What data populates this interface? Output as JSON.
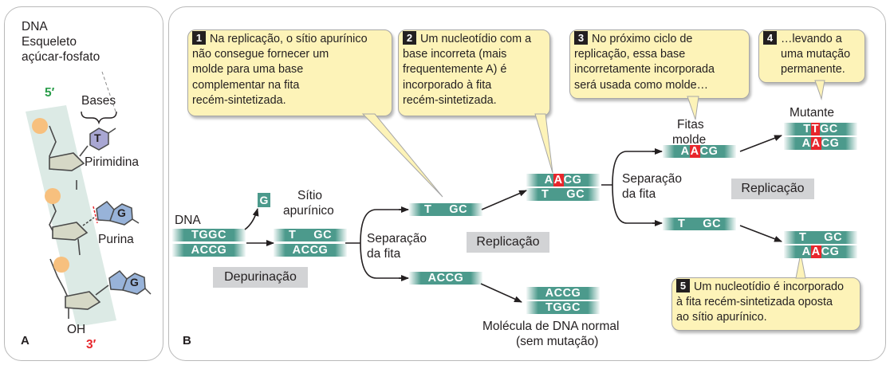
{
  "panel_a": {
    "letter": "A",
    "title_line1": "DNA",
    "title_line2": "Esqueleto",
    "title_line3": "açúcar-fosfato",
    "five_prime": "5′",
    "three_prime": "3′",
    "bases_label": "Bases",
    "base_t": "T",
    "base_g1": "G",
    "base_g2": "G",
    "pyrimidine": "Pirimidina",
    "purine": "Purina",
    "oh": "OH"
  },
  "panel_b": {
    "letter": "B",
    "callouts": [
      {
        "number": "1",
        "lines": [
          "Na replicação, o sítio apurínico",
          "não consegue fornecer um",
          "molde para uma base",
          "complementar na fita",
          "recém-sintetizada."
        ]
      },
      {
        "number": "2",
        "lines": [
          "Um nucleotídio com a",
          "base incorreta (mais",
          "frequentemente A) é",
          "incorporado à fita",
          "recém-sintetizada."
        ]
      },
      {
        "number": "3",
        "lines": [
          "No próximo ciclo de",
          "replicação, essa base",
          "incorretamente incorporada",
          "será usada como molde…"
        ]
      },
      {
        "number": "4",
        "lines": [
          "…levando a",
          "uma mutação",
          "permanente."
        ]
      },
      {
        "number": "5",
        "lines": [
          "Um nucleotídio é incorporado",
          "à fita recém-sintetizada oposta",
          "ao sítio apurínico."
        ]
      }
    ],
    "labels": {
      "dna": "DNA",
      "abasic_site_1": "Sítio",
      "abasic_site_2": "apurínico",
      "strand_sep_1_a": "Separação",
      "strand_sep_1_b": "da fita",
      "strand_sep_2_a": "Separação",
      "strand_sep_2_b": "da fita",
      "template_1": "Fitas",
      "template_2": "molde",
      "mutant": "Mutante",
      "normal_1": "Molécula de DNA normal",
      "normal_2": "(sem mutação)"
    },
    "steps": {
      "depurination": "Depurinação",
      "replication_1": "Replicação",
      "replication_2": "Replicação"
    },
    "released_base": "G",
    "strands": {
      "orig_top": "TGGC",
      "orig_bottom": "ACCG",
      "depur_top_1": "T",
      "depur_top_2": "GC",
      "depur_bottom": "ACCG",
      "sep_top_1": "T",
      "sep_top_2": "GC",
      "sep_bottom": "ACCG",
      "normal_top": "ACCG",
      "normal_bottom": "TGGC",
      "rep1_top_a": "A",
      "rep1_top_mut": "A",
      "rep1_top_b": "CG",
      "rep1_bottom_1": "T",
      "rep1_bottom_2": "GC",
      "template_a": "A",
      "template_mut": "A",
      "template_b": "CG",
      "mutant_top_a": "T",
      "mutant_top_mut": "T",
      "mutant_top_b": "GC",
      "mutant_bottom_a": "A",
      "mutant_bottom_mut": "A",
      "mutant_bottom_b": "CG",
      "lower_single_1": "T",
      "lower_single_2": "GC",
      "final_top_1": "T",
      "final_top_2": "GC",
      "final_bottom_a": "A",
      "final_bottom_mut": "A",
      "final_bottom_b": "CG"
    },
    "colors": {
      "strand": "#4c9a8c",
      "mutation": "#e8262c",
      "callout": "#fdf3b8",
      "five_prime": "#2a9d4a",
      "three_prime": "#e8262c"
    }
  }
}
